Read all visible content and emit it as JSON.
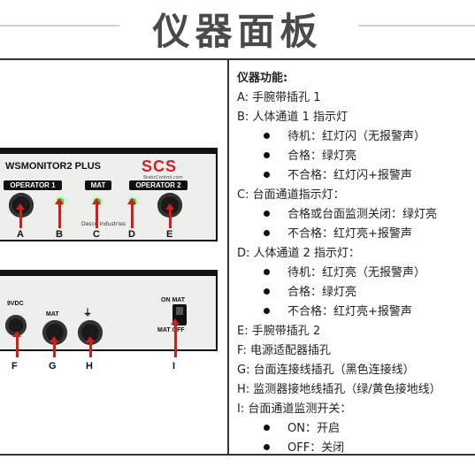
{
  "page_title": "仪器面板",
  "device_top": {
    "model": "WSMONITOR2 PLUS",
    "brand": "SCS",
    "brand_url": "StaticControl.com",
    "maker": "Desco Industries",
    "ports": [
      "OPERATOR 1",
      "MAT",
      "OPERATOR 2"
    ],
    "callouts": [
      "A",
      "B",
      "C",
      "D",
      "E"
    ]
  },
  "device_bottom": {
    "power_label": "9VDC",
    "mat_label": "MAT",
    "switch_on": "ON MAT",
    "switch_off": "MAT OFF",
    "callouts": [
      "F",
      "G",
      "H",
      "I"
    ]
  },
  "functions": {
    "heading": "仪器功能:",
    "lines": [
      {
        "text": "A:  手腕带插孔 1",
        "bullet": false
      },
      {
        "text": "B:  人体通道 1 指示灯",
        "bullet": false
      },
      {
        "text": "待机：红灯闪（无报警声）",
        "bullet": true
      },
      {
        "text": "合格：绿灯亮",
        "bullet": true
      },
      {
        "text": "不合格：红灯闪+报警声",
        "bullet": true
      },
      {
        "text": "C:  台面通道指示灯：",
        "bullet": false
      },
      {
        "text": "合格或台面监测关闭：绿灯亮",
        "bullet": true
      },
      {
        "text": "不合格：红灯亮+报警声",
        "bullet": true
      },
      {
        "text": "D:  人体通道 2 指示灯：",
        "bullet": false
      },
      {
        "text": "待机：红灯亮（无报警声）",
        "bullet": true
      },
      {
        "text": "合格：绿灯亮",
        "bullet": true
      },
      {
        "text": "不合格：红灯亮+报警声",
        "bullet": true
      },
      {
        "text": "E:  手腕带插孔 2",
        "bullet": false
      },
      {
        "text": "F:  电源适配器插孔",
        "bullet": false
      },
      {
        "text": "G:  台面连接线插孔（黑色连接线）",
        "bullet": false
      },
      {
        "text": "H:  监测器接地线插孔（绿/黄色接地线）",
        "bullet": false
      },
      {
        "text": "I:  台面通道监测开关：",
        "bullet": false
      },
      {
        "text": "ON：开启",
        "bullet": true
      },
      {
        "text": "OFF：关闭",
        "bullet": true
      }
    ]
  }
}
